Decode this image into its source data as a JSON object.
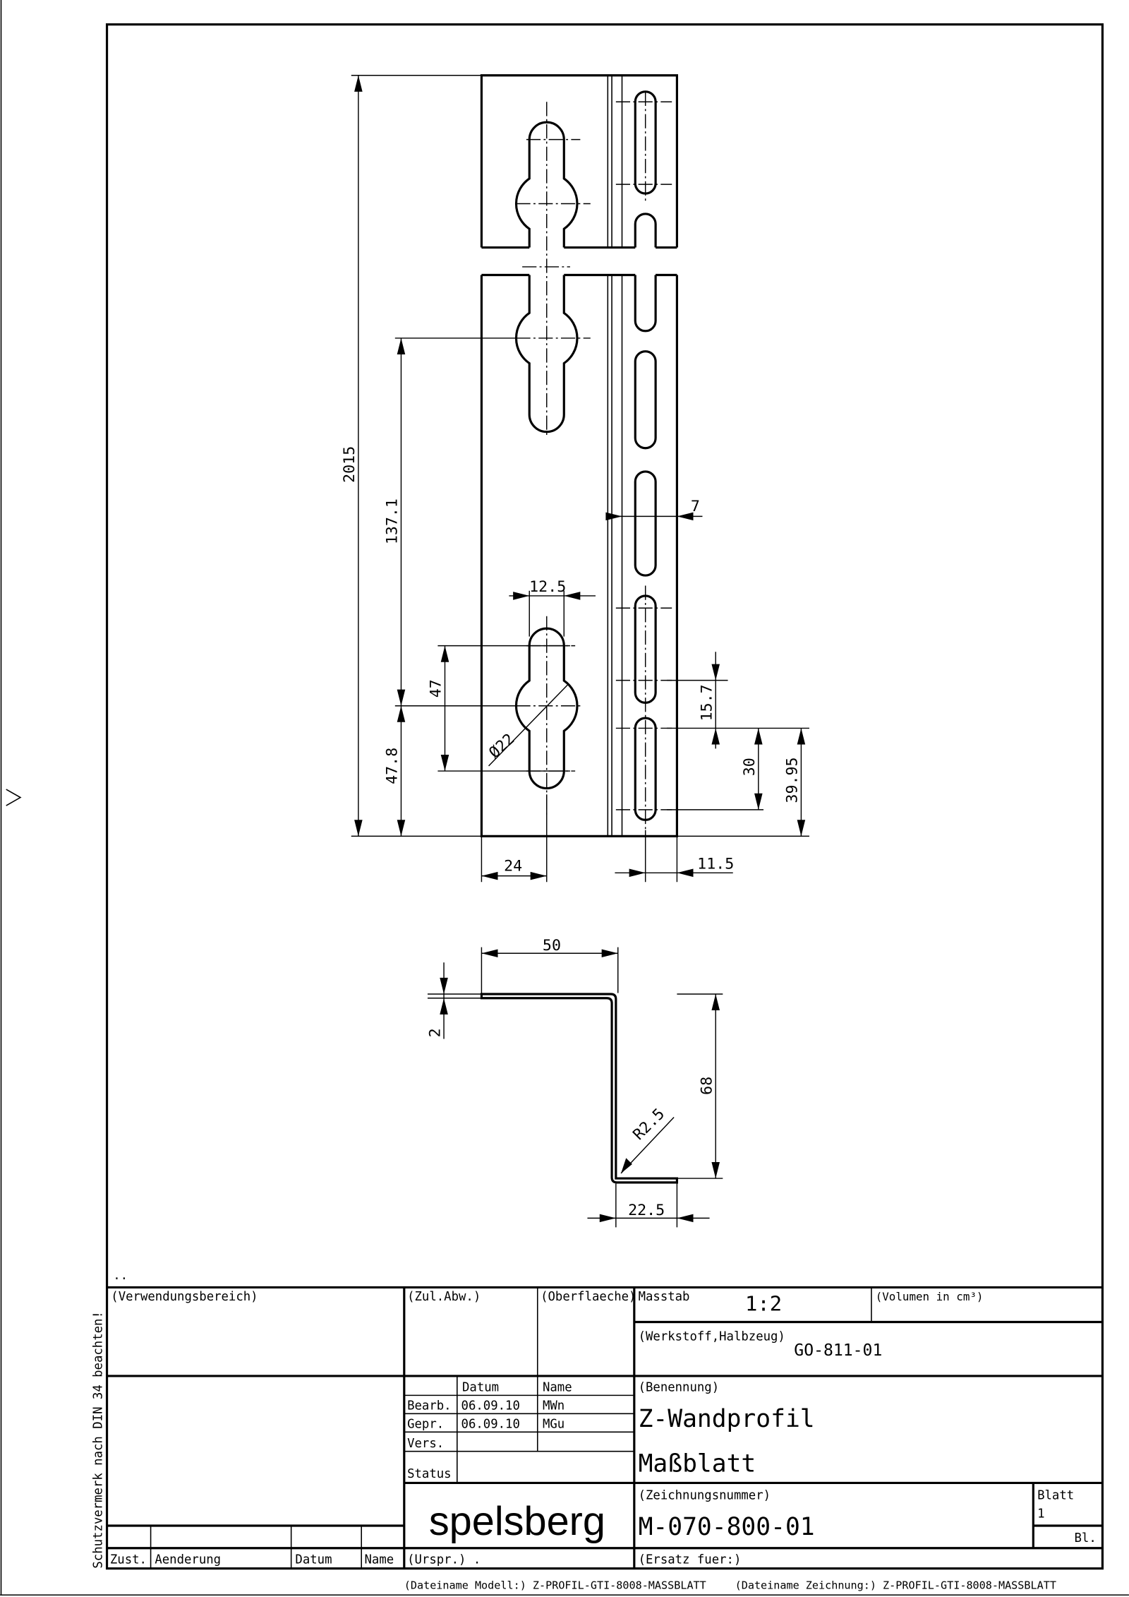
{
  "drawing": {
    "dimensions": {
      "total_length": "2015",
      "keyhole_pitch": "137.1",
      "keyhole_bottom_offset": "47.8",
      "keyhole_slot_length": "47",
      "keyhole_slot_width": "12.5",
      "keyhole_diameter": "Ø22",
      "slot_width": "7",
      "slot_gap": "15.7",
      "slot_length": "30",
      "slot_bottom_offset": "39.95",
      "keyhole_edge_offset": "24",
      "slot_edge_offset": "11.5",
      "flange_width": "50",
      "thickness": "2",
      "web_height": "68",
      "bottom_flange": "22.5",
      "bend_radius": "R2.5"
    }
  },
  "title_block": {
    "notes": "..",
    "side_note": "Schutzvermerk nach DIN 34 beachten!",
    "verwendungsbereich": "(Verwendungsbereich)",
    "zul_abw": "(Zul.Abw.)",
    "oberflaeche": "(Oberflaeche)",
    "masstab_label": "Masstab",
    "masstab_value": "1:2",
    "volumen_label": "(Volumen in cm³)",
    "werkstoff_label": "(Werkstoff,Halbzeug)",
    "werkstoff_value": "GO-811-01",
    "col_datum": "Datum",
    "col_name": "Name",
    "bearb_label": "Bearb.",
    "bearb_datum": "06.09.10",
    "bearb_name": "MWn",
    "gepr_label": "Gepr.",
    "gepr_datum": "06.09.10",
    "gepr_name": "MGu",
    "vers_label": "Vers.",
    "status_label": "Status",
    "benennung_label": "(Benennung)",
    "title_line1": "Z-Wandprofil",
    "title_line2": "Maßblatt",
    "company_logo": "spelsberg",
    "zeichnungsnummer_label": "(Zeichnungsnummer)",
    "zeichnungsnummer": "M-070-800-01",
    "blatt_label": "Blatt",
    "blatt_value": "1",
    "bl_label": "Bl.",
    "zust": "Zust.",
    "aenderung": "Aenderung",
    "datum": "Datum",
    "name": "Name",
    "urspr": "(Urspr.) .",
    "ersatz": "(Ersatz fuer:)",
    "dateiname_modell": "(Dateiname Modell:) Z-PROFIL-GTI-8008-MASSBLATT",
    "dateiname_zeichnung": "(Dateiname Zeichnung:) Z-PROFIL-GTI-8008-MASSBLATT"
  }
}
